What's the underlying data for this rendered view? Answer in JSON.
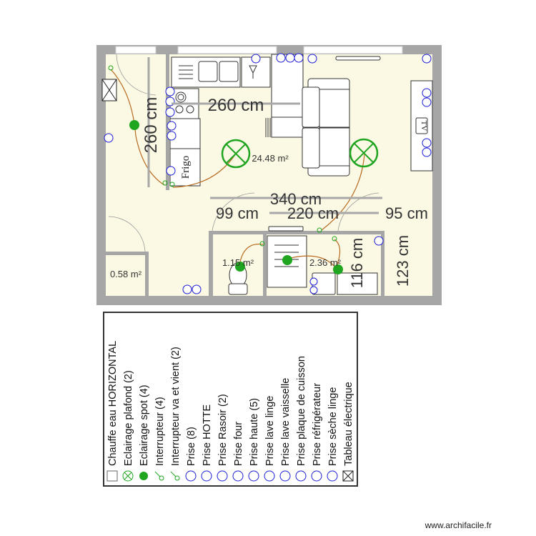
{
  "plan": {
    "dimensions": {
      "kitchen_width": "260 cm",
      "kitchen_height": "260 cm",
      "total_width": "340 cm",
      "wc_width": "99 cm",
      "bath_width": "220 cm",
      "right_width": "95 cm",
      "bath_height": "116 cm",
      "right_height": "123 cm"
    },
    "areas": {
      "main_room": "24.48 m²",
      "wc": "1.15 m²",
      "bathroom": "2.36 m²",
      "closet": "0.58 m²"
    },
    "labels": {
      "fridge": "Frigo",
      "tv": "TV"
    }
  },
  "legend": {
    "items": [
      {
        "label": "Chauffe eau HORIZONTAL",
        "icon": "water-heater-icon"
      },
      {
        "label": "Eclairage plafond (2)",
        "icon": "ceiling-light-icon"
      },
      {
        "label": "Eclairage spot (4)",
        "icon": "spot-light-icon"
      },
      {
        "label": "Interrupteur (4)",
        "icon": "switch-icon"
      },
      {
        "label": "Interrupteur va et vient (2)",
        "icon": "two-way-switch-icon"
      },
      {
        "label": "Prise (8)",
        "icon": "socket-icon"
      },
      {
        "label": "Prise HOTTE",
        "icon": "hood-socket-icon"
      },
      {
        "label": "Prise Rasoir (2)",
        "icon": "razor-socket-icon"
      },
      {
        "label": "Prise four",
        "icon": "oven-socket-icon"
      },
      {
        "label": "Prise haute (5)",
        "icon": "high-socket-icon"
      },
      {
        "label": "Prise lave linge",
        "icon": "washer-socket-icon"
      },
      {
        "label": "Prise lave vaisselle",
        "icon": "dishwasher-socket-icon"
      },
      {
        "label": "Prise plaque de cuisson",
        "icon": "hob-socket-icon"
      },
      {
        "label": "Prise réfrigérateur",
        "icon": "fridge-socket-icon"
      },
      {
        "label": "Prise sèche linge",
        "icon": "dryer-socket-icon"
      },
      {
        "label": "Tableau électrique",
        "icon": "electrical-panel-icon"
      }
    ]
  },
  "footer": {
    "watermark": "www.archifacile.fr"
  },
  "colors": {
    "wall": "#a6a6a6",
    "floor": "#fbf8e4",
    "lighting": "#1fa51f",
    "socket": "#1b1bd6",
    "wire": "#b86a20"
  }
}
